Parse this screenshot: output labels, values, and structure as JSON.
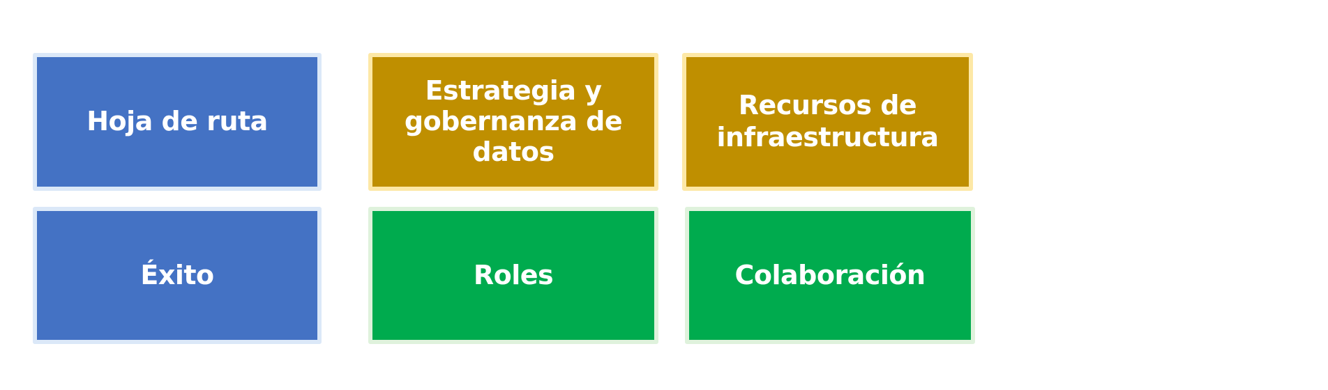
{
  "diagram": {
    "tiles": [
      {
        "label": "Hoja de ruta",
        "color": "#4472c4",
        "border": "#dbe8f8",
        "row": 1,
        "col": 1
      },
      {
        "label": "Estrategia y gobernanza de datos",
        "color": "#bf8f00",
        "border": "#fde8a6",
        "row": 1,
        "col": 2
      },
      {
        "label": "Recursos de infraestructura",
        "color": "#bf8f00",
        "border": "#fde8a6",
        "row": 1,
        "col": 3
      },
      {
        "label": "Éxito",
        "color": "#4472c4",
        "border": "#dbe8f8",
        "row": 2,
        "col": 1
      },
      {
        "label": "Roles",
        "color": "#00ab4e",
        "border": "#dff2dc",
        "row": 2,
        "col": 2
      },
      {
        "label": "Colaboración",
        "color": "#00ab4e",
        "border": "#dff2dc",
        "row": 2,
        "col": 3
      }
    ]
  }
}
